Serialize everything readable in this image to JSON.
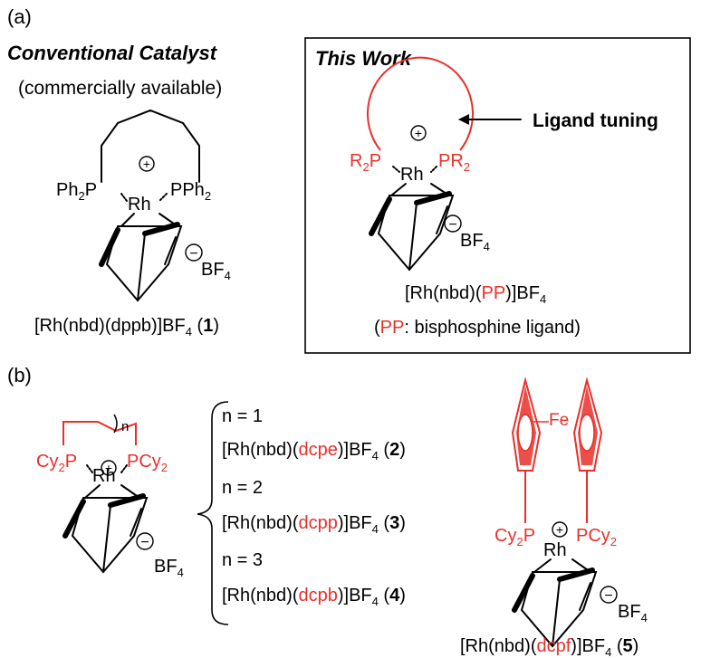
{
  "panel_a": {
    "label": "(a)",
    "conventional": {
      "title": "Conventional Catalyst",
      "subtitle": "(commercially available)",
      "left_p": "Ph",
      "left_p2": "P",
      "right_p": "PPh",
      "rh": "Rh",
      "counter": "BF",
      "caption_pre": "[Rh(nbd)(dppb)]BF",
      "caption_num": "1"
    },
    "this_work": {
      "title": "This Work",
      "arrow_label": "Ligand tuning",
      "left_p": "R",
      "left_p2": "P",
      "right_p": "PR",
      "rh": "Rh",
      "counter": "BF",
      "caption_pre": "[Rh(nbd)(",
      "caption_red": "PP",
      "caption_post": ")]BF",
      "note_open": "(",
      "note_red": "PP",
      "note_post": ":  bisphosphine ligand)"
    }
  },
  "panel_b": {
    "label": "(b)",
    "left_p": "Cy",
    "left_p2": "P",
    "right_p": "PCy",
    "subscript_n": "n",
    "rh": "Rh",
    "counter": "BF",
    "list": [
      {
        "n": "n = 1",
        "pre": "[Rh(nbd)(",
        "red": "dcpe",
        "post": ")]BF",
        "num": "2"
      },
      {
        "n": "n = 2",
        "pre": "[Rh(nbd)(",
        "red": "dcpp",
        "post": ")]BF",
        "num": "3"
      },
      {
        "n": "n = 3",
        "pre": "[Rh(nbd)(",
        "red": "dcpb",
        "post": ")]BF",
        "num": "4"
      }
    ],
    "ferrocene": {
      "fe": "Fe",
      "left_p": "Cy",
      "left_p2": "P",
      "right_p": "PCy",
      "rh": "Rh",
      "counter": "BF",
      "caption_pre": "[Rh(nbd)(",
      "caption_red": "dcpf",
      "caption_post": ")]BF",
      "caption_num": "5"
    }
  },
  "common": {
    "sub2": "2",
    "sub4": "4",
    "plus": "+",
    "minus": "−",
    "open_paren": " (",
    "close_paren": ")"
  }
}
